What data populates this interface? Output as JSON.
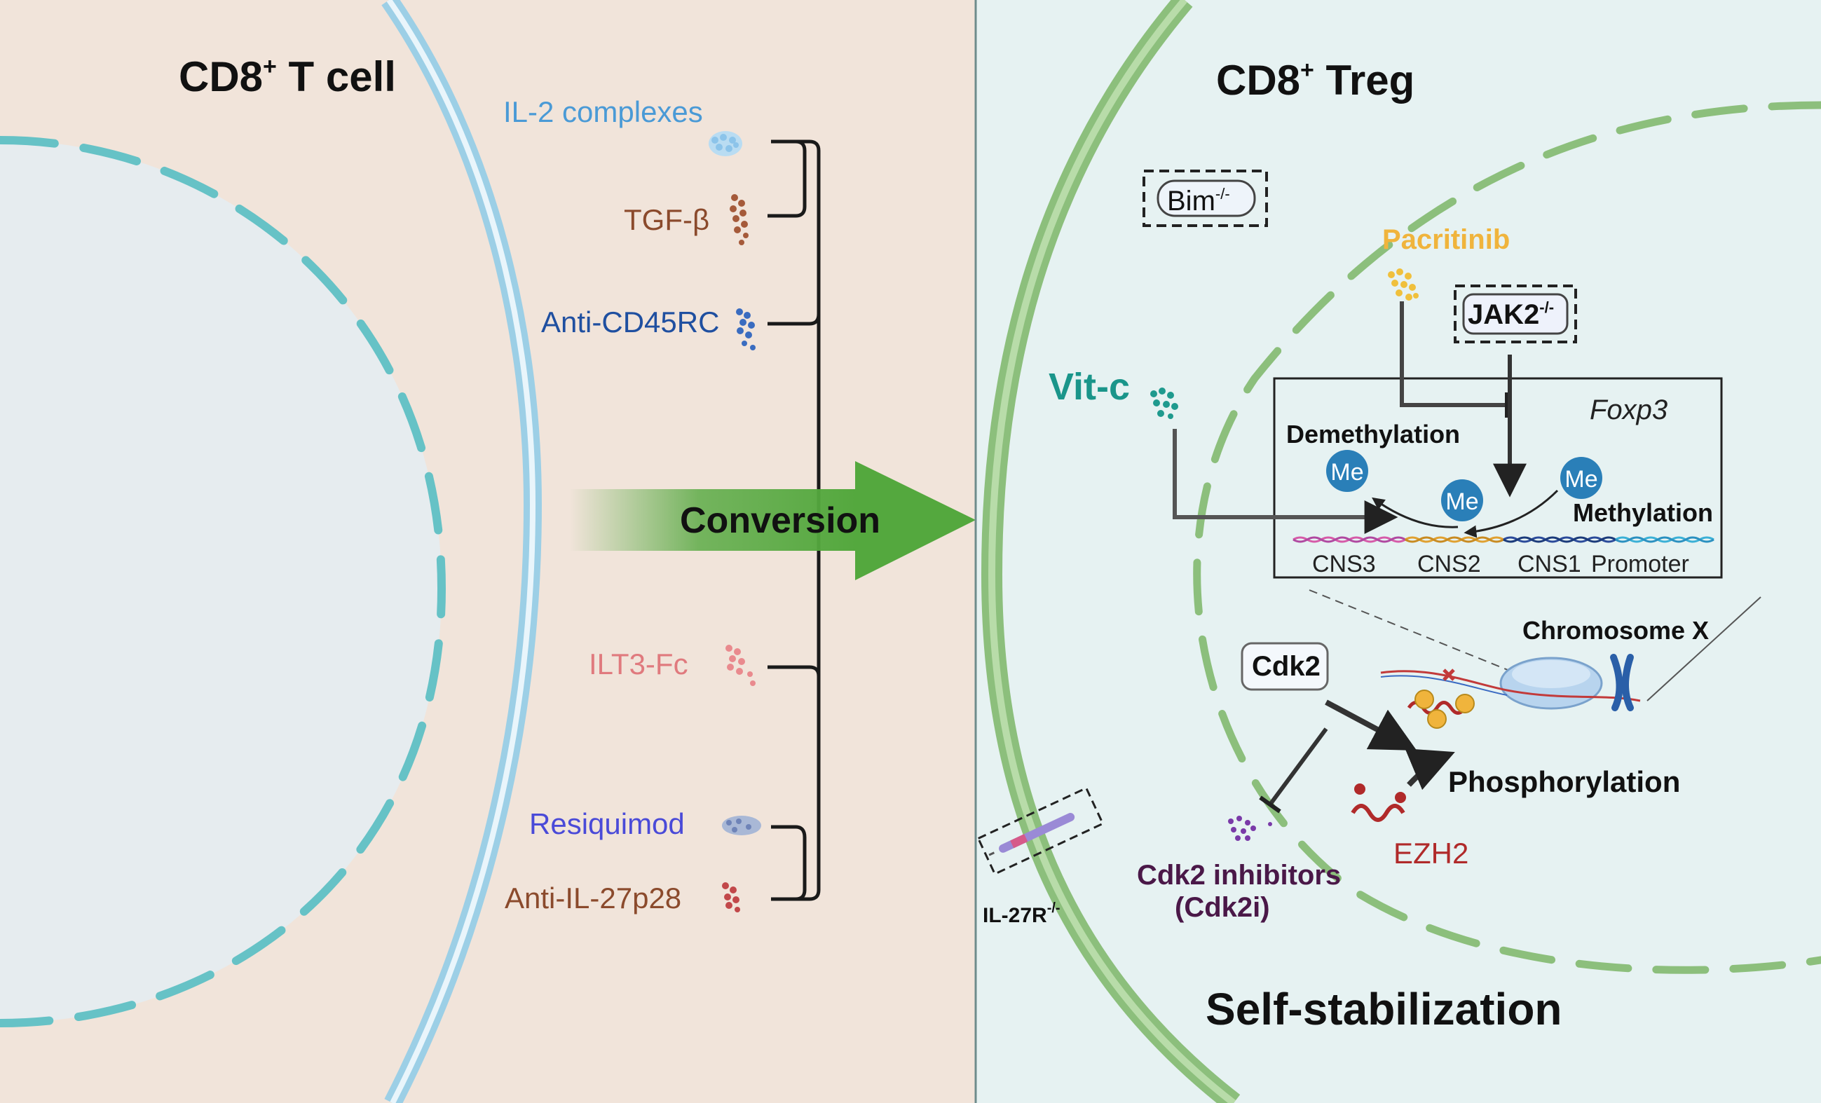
{
  "left_panel": {
    "title_main": "CD8",
    "title_sup": "+",
    "title_rest": " T cell",
    "agents": [
      {
        "label": "IL-2 complexes",
        "color": "#4a9ad6"
      },
      {
        "label": "TGF-β",
        "color": "#8b4a2c"
      },
      {
        "label": "Anti-CD45RC",
        "color": "#1f4fa0"
      },
      {
        "label": "ILT3-Fc",
        "color": "#e07a7e"
      },
      {
        "label": "Resiquimod",
        "color": "#4a4ad8"
      },
      {
        "label": "Anti-IL-27p28",
        "color": "#8b4a2c"
      }
    ]
  },
  "conversion_label": "Conversion",
  "right_panel": {
    "title_main": "CD8",
    "title_sup": "+",
    "title_rest": " Treg",
    "bim": {
      "label": "Bim",
      "sup": "-/-"
    },
    "pacritinib": {
      "label": "Pacritinib",
      "color": "#f0b43c"
    },
    "jak2": {
      "label": "JAK2",
      "sup": "-/-"
    },
    "vitc": {
      "label": "Vit-c",
      "color": "#1a958a"
    },
    "foxp3": {
      "gene": "Foxp3",
      "demethylation": "Demethylation",
      "methylation": "Methylation",
      "me": "Me",
      "regions": [
        "CNS3",
        "CNS2",
        "CNS1",
        "Promoter"
      ]
    },
    "chromosome": "Chromosome X",
    "cdk2": "Cdk2",
    "phosphorylation": "Phosphorylation",
    "ezh2": {
      "label": "EZH2",
      "color": "#b02a2a"
    },
    "cdk2i": {
      "line1": "Cdk2 inhibitors",
      "line2": "(Cdk2i)",
      "color": "#4a1848"
    },
    "il27r": {
      "label": "IL-27R",
      "sup": "-/-"
    },
    "footer": "Self-stabilization"
  },
  "colors": {
    "left_bg": "#f1e4da",
    "right_bg": "#e6f2f2",
    "membrane_blue": "#9ccfe6",
    "membrane_green": "#8cbf7c",
    "arrow_green": "#54a83e",
    "me_blue": "#2a7fb8"
  }
}
